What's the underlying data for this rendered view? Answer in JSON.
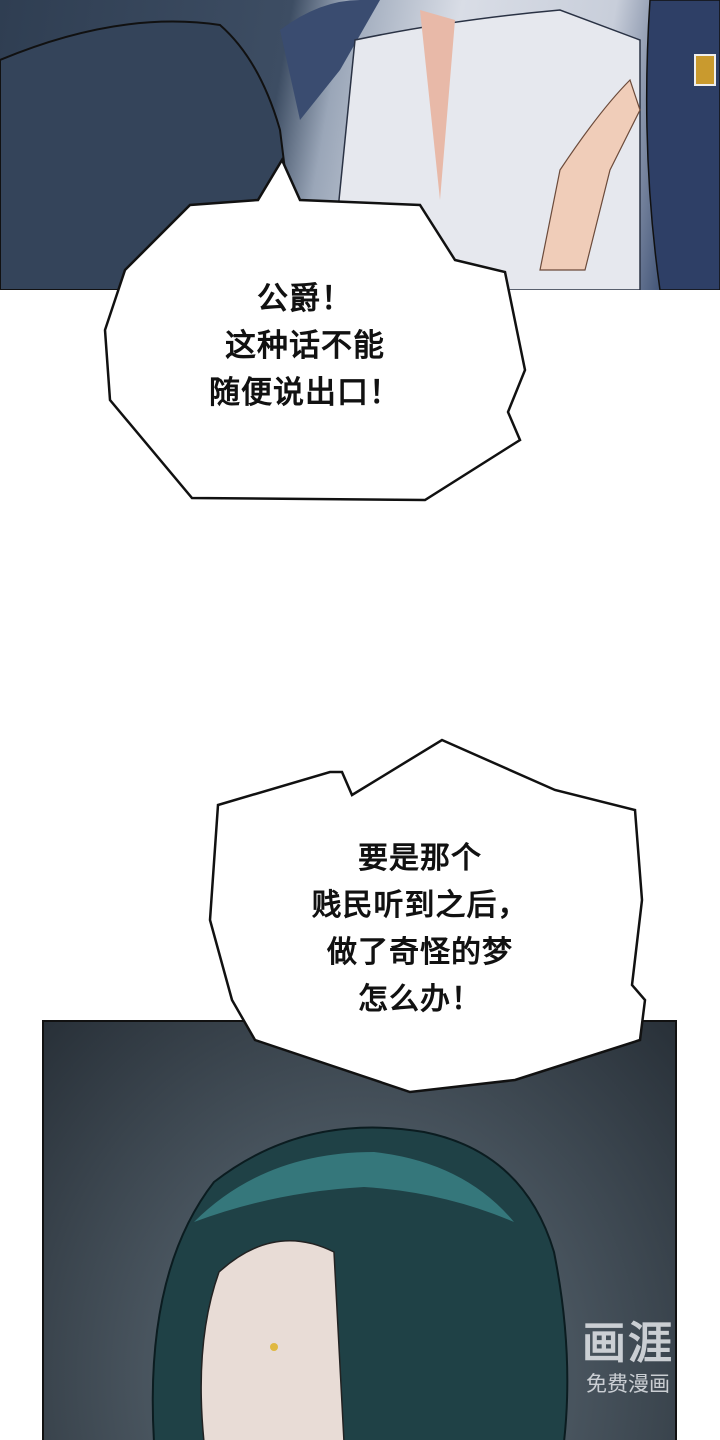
{
  "bubbles": [
    {
      "lines": [
        "公爵！",
        "这种话不能",
        "随便说出口！"
      ]
    },
    {
      "lines": [
        "要是那个",
        "贱民听到之后，",
        "做了奇怪的梦",
        "怎么办！"
      ]
    }
  ],
  "watermark": {
    "logo": "画涯",
    "sub": "免费漫画"
  }
}
